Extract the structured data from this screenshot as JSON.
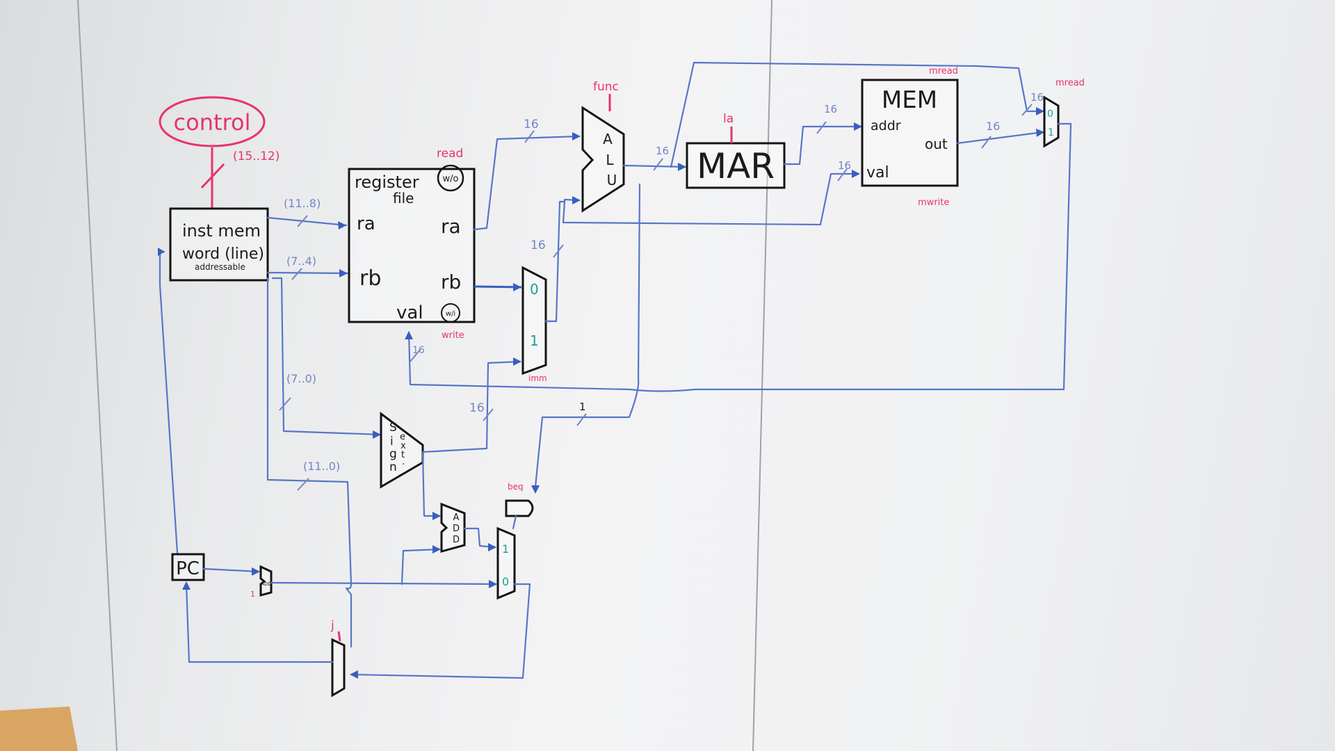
{
  "control": {
    "label": "control",
    "bits": "(15..12)"
  },
  "inst_mem": {
    "line1": "inst mem",
    "line2": "word (line)",
    "line3": "addressable"
  },
  "wires": {
    "b11_8": "(11..8)",
    "b7_4": "(7..4)",
    "b7_0": "(7..0)",
    "b11_0": "(11..0)",
    "w16": "16",
    "w1": "1"
  },
  "regfile": {
    "title1": "register",
    "title2": "file",
    "ra_in": "ra",
    "rb_in": "rb",
    "ra_out": "ra",
    "rb_out": "rb",
    "val": "val",
    "read_port": "w/o",
    "write_port": "w/i",
    "read_ctrl": "read",
    "write_ctrl": "write"
  },
  "alu": {
    "letters": [
      "A",
      "L",
      "U"
    ],
    "ctrl": "func"
  },
  "mux_b": {
    "in0": "0",
    "in1": "1",
    "ctrl": "imm"
  },
  "mar": {
    "label": "MAR",
    "ctrl": "la"
  },
  "mem": {
    "label": "MEM",
    "addr": "addr",
    "out": "out",
    "val": "val",
    "read_ctrl": "mread",
    "write_ctrl": "mwrite"
  },
  "mux_out": {
    "in0": "0",
    "in1": "1",
    "ctrl": "mread"
  },
  "sign_ext": {
    "letters": [
      "S",
      "i",
      "g",
      "n"
    ],
    "letters2": [
      "e",
      "x",
      "t",
      "."
    ]
  },
  "adder": {
    "letters": [
      "A",
      "D",
      "D"
    ]
  },
  "pc": {
    "label": "PC"
  },
  "pc_adder": {
    "label": "ADD",
    "const": "1"
  },
  "and_gate": {
    "ctrl": "beq"
  },
  "mux_pc": {
    "in0": "0",
    "in1": "1"
  },
  "mux_j": {
    "ctrl": "j"
  },
  "colors": {
    "ink": "#1b1b1b",
    "red_marker": "#e8326c",
    "blue_marker": "#3a5dc0",
    "teal_marker": "#1e9d96"
  }
}
